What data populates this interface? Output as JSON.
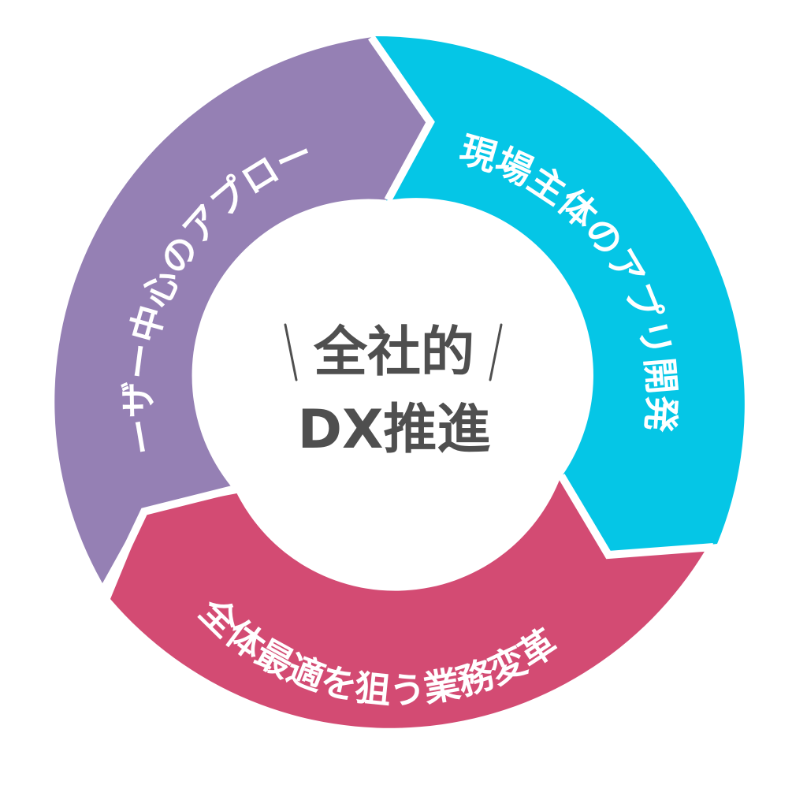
{
  "center": {
    "line1": "全社的",
    "line2": "DX推進"
  },
  "segments": [
    {
      "label": "ユーザー中心のアプローチ",
      "color": "#9580b4"
    },
    {
      "label": "現場主体のアプリ開発",
      "color": "#05c6e6"
    },
    {
      "label": "全体最適を狙う業務変革",
      "color": "#d34b73"
    }
  ]
}
